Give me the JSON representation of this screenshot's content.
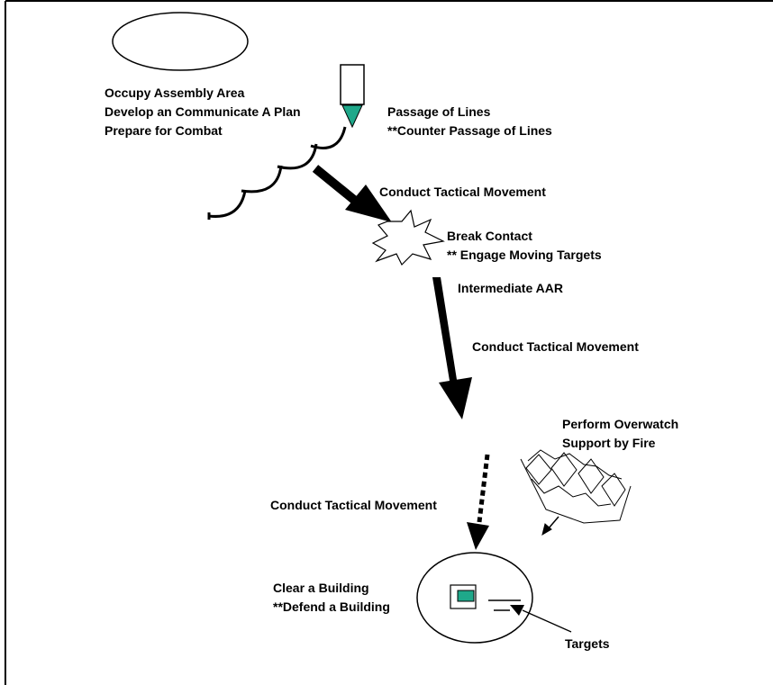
{
  "labels": {
    "assembly_1": "Occupy Assembly Area",
    "assembly_2": "Develop an Communicate A Plan",
    "assembly_3": "Prepare for Combat",
    "passage_1": "Passage of Lines",
    "passage_2": "**Counter Passage of Lines",
    "move_1": "Conduct Tactical Movement",
    "contact_1": "Break Contact",
    "contact_2": "** Engage Moving Targets",
    "aar": "Intermediate AAR",
    "move_2": "Conduct Tactical Movement",
    "overwatch_1": "Perform Overwatch",
    "overwatch_2": "Support by Fire",
    "move_3": "Conduct Tactical Movement",
    "building_1": "Clear a Building",
    "building_2": "**Defend a Building",
    "targets": "Targets"
  },
  "colors": {
    "accent_teal": "#1fa88a",
    "ink": "#000000"
  }
}
